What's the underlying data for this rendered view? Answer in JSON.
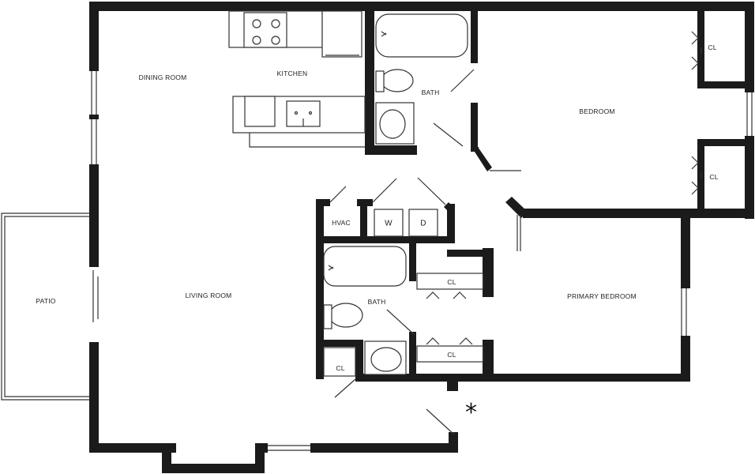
{
  "rooms": {
    "dining_room": "DINING ROOM",
    "kitchen": "KITCHEN",
    "bath_upper": "BATH",
    "bedroom": "BEDROOM",
    "closet_bedroom_upper": "CL",
    "closet_bedroom_lower": "CL",
    "hvac": "HVAC",
    "washer": "W",
    "dryer": "D",
    "closet_hall": "CL",
    "bath_lower": "BATH",
    "closet_primary_lower": "CL",
    "closet_small": "CL",
    "primary_bedroom": "PRIMARY BEDROOM",
    "living_room": "LIVING ROOM",
    "patio": "PATIO"
  },
  "marker": "*",
  "colors": {
    "wall": "#1b1b1b",
    "line": "#333333",
    "background": "#ffffff"
  }
}
